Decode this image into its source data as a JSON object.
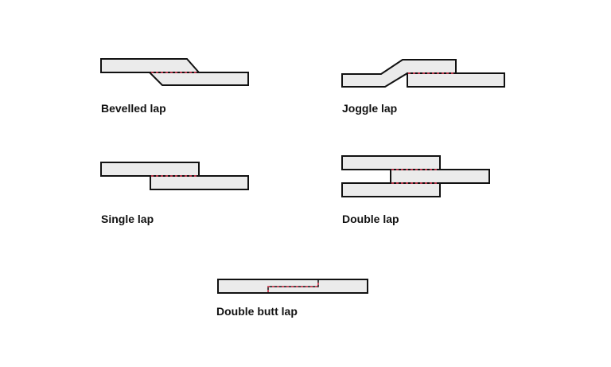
{
  "labels": {
    "bevelled": "Bevelled lap",
    "joggle": "Joggle lap",
    "single": "Single lap",
    "double": "Double lap",
    "double_butt": "Double butt lap"
  },
  "colors": {
    "plate_fill": "#ebebeb",
    "outline": "#111111",
    "joint_dash": "#e8405a"
  }
}
